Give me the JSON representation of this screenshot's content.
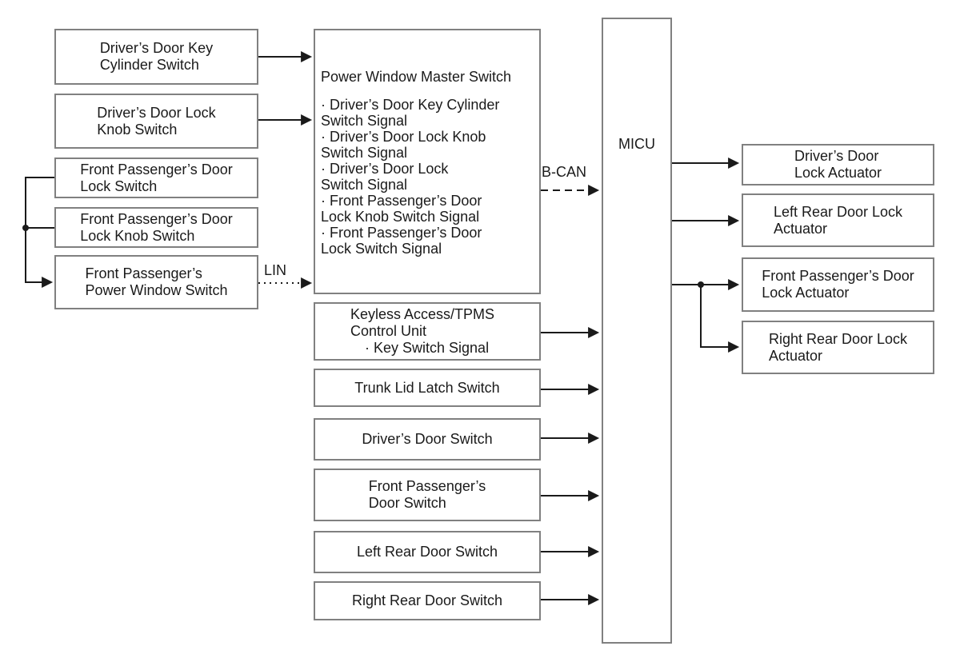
{
  "nodes": {
    "left": [
      {
        "label": "Driver’s Door Key\nCylinder Switch"
      },
      {
        "label": "Driver’s Door Lock\nKnob Switch"
      },
      {
        "label": "Front Passenger’s Door\nLock Switch"
      },
      {
        "label": "Front Passenger’s Door\nLock Knob Switch"
      },
      {
        "label": "Front Passenger’s\nPower Window Switch"
      }
    ],
    "master_switch": {
      "title": "Power Window Master Switch",
      "signals": "· Driver’s Door Key Cylinder\nSwitch Signal\n· Driver’s Door Lock Knob\nSwitch Signal\n· Driver’s Door Lock\nSwitch Signal\n· Front Passenger’s Door\nLock Knob Switch Signal\n· Front Passenger’s Door\nLock Switch Signal"
    },
    "keyless": {
      "title": "Keyless Access/TPMS\nControl Unit",
      "signal": "· Key Switch Signal"
    },
    "middle": [
      "Trunk Lid Latch Switch",
      "Driver’s Door Switch",
      "Front Passenger’s\nDoor Switch",
      "Left Rear Door Switch",
      "Right Rear Door Switch"
    ],
    "micu": "MICU",
    "right": [
      "Driver’s Door\nLock Actuator",
      "Left Rear Door Lock\nActuator",
      "Front Passenger’s Door\nLock Actuator",
      "Right Rear Door Lock\nActuator"
    ]
  },
  "bus_labels": {
    "lin": "LIN",
    "b_can": "B-CAN"
  },
  "colors": {
    "background": "#ffffff",
    "box_border": "#808080",
    "line": "#1a1a1a",
    "text": "#1a1a1a"
  }
}
